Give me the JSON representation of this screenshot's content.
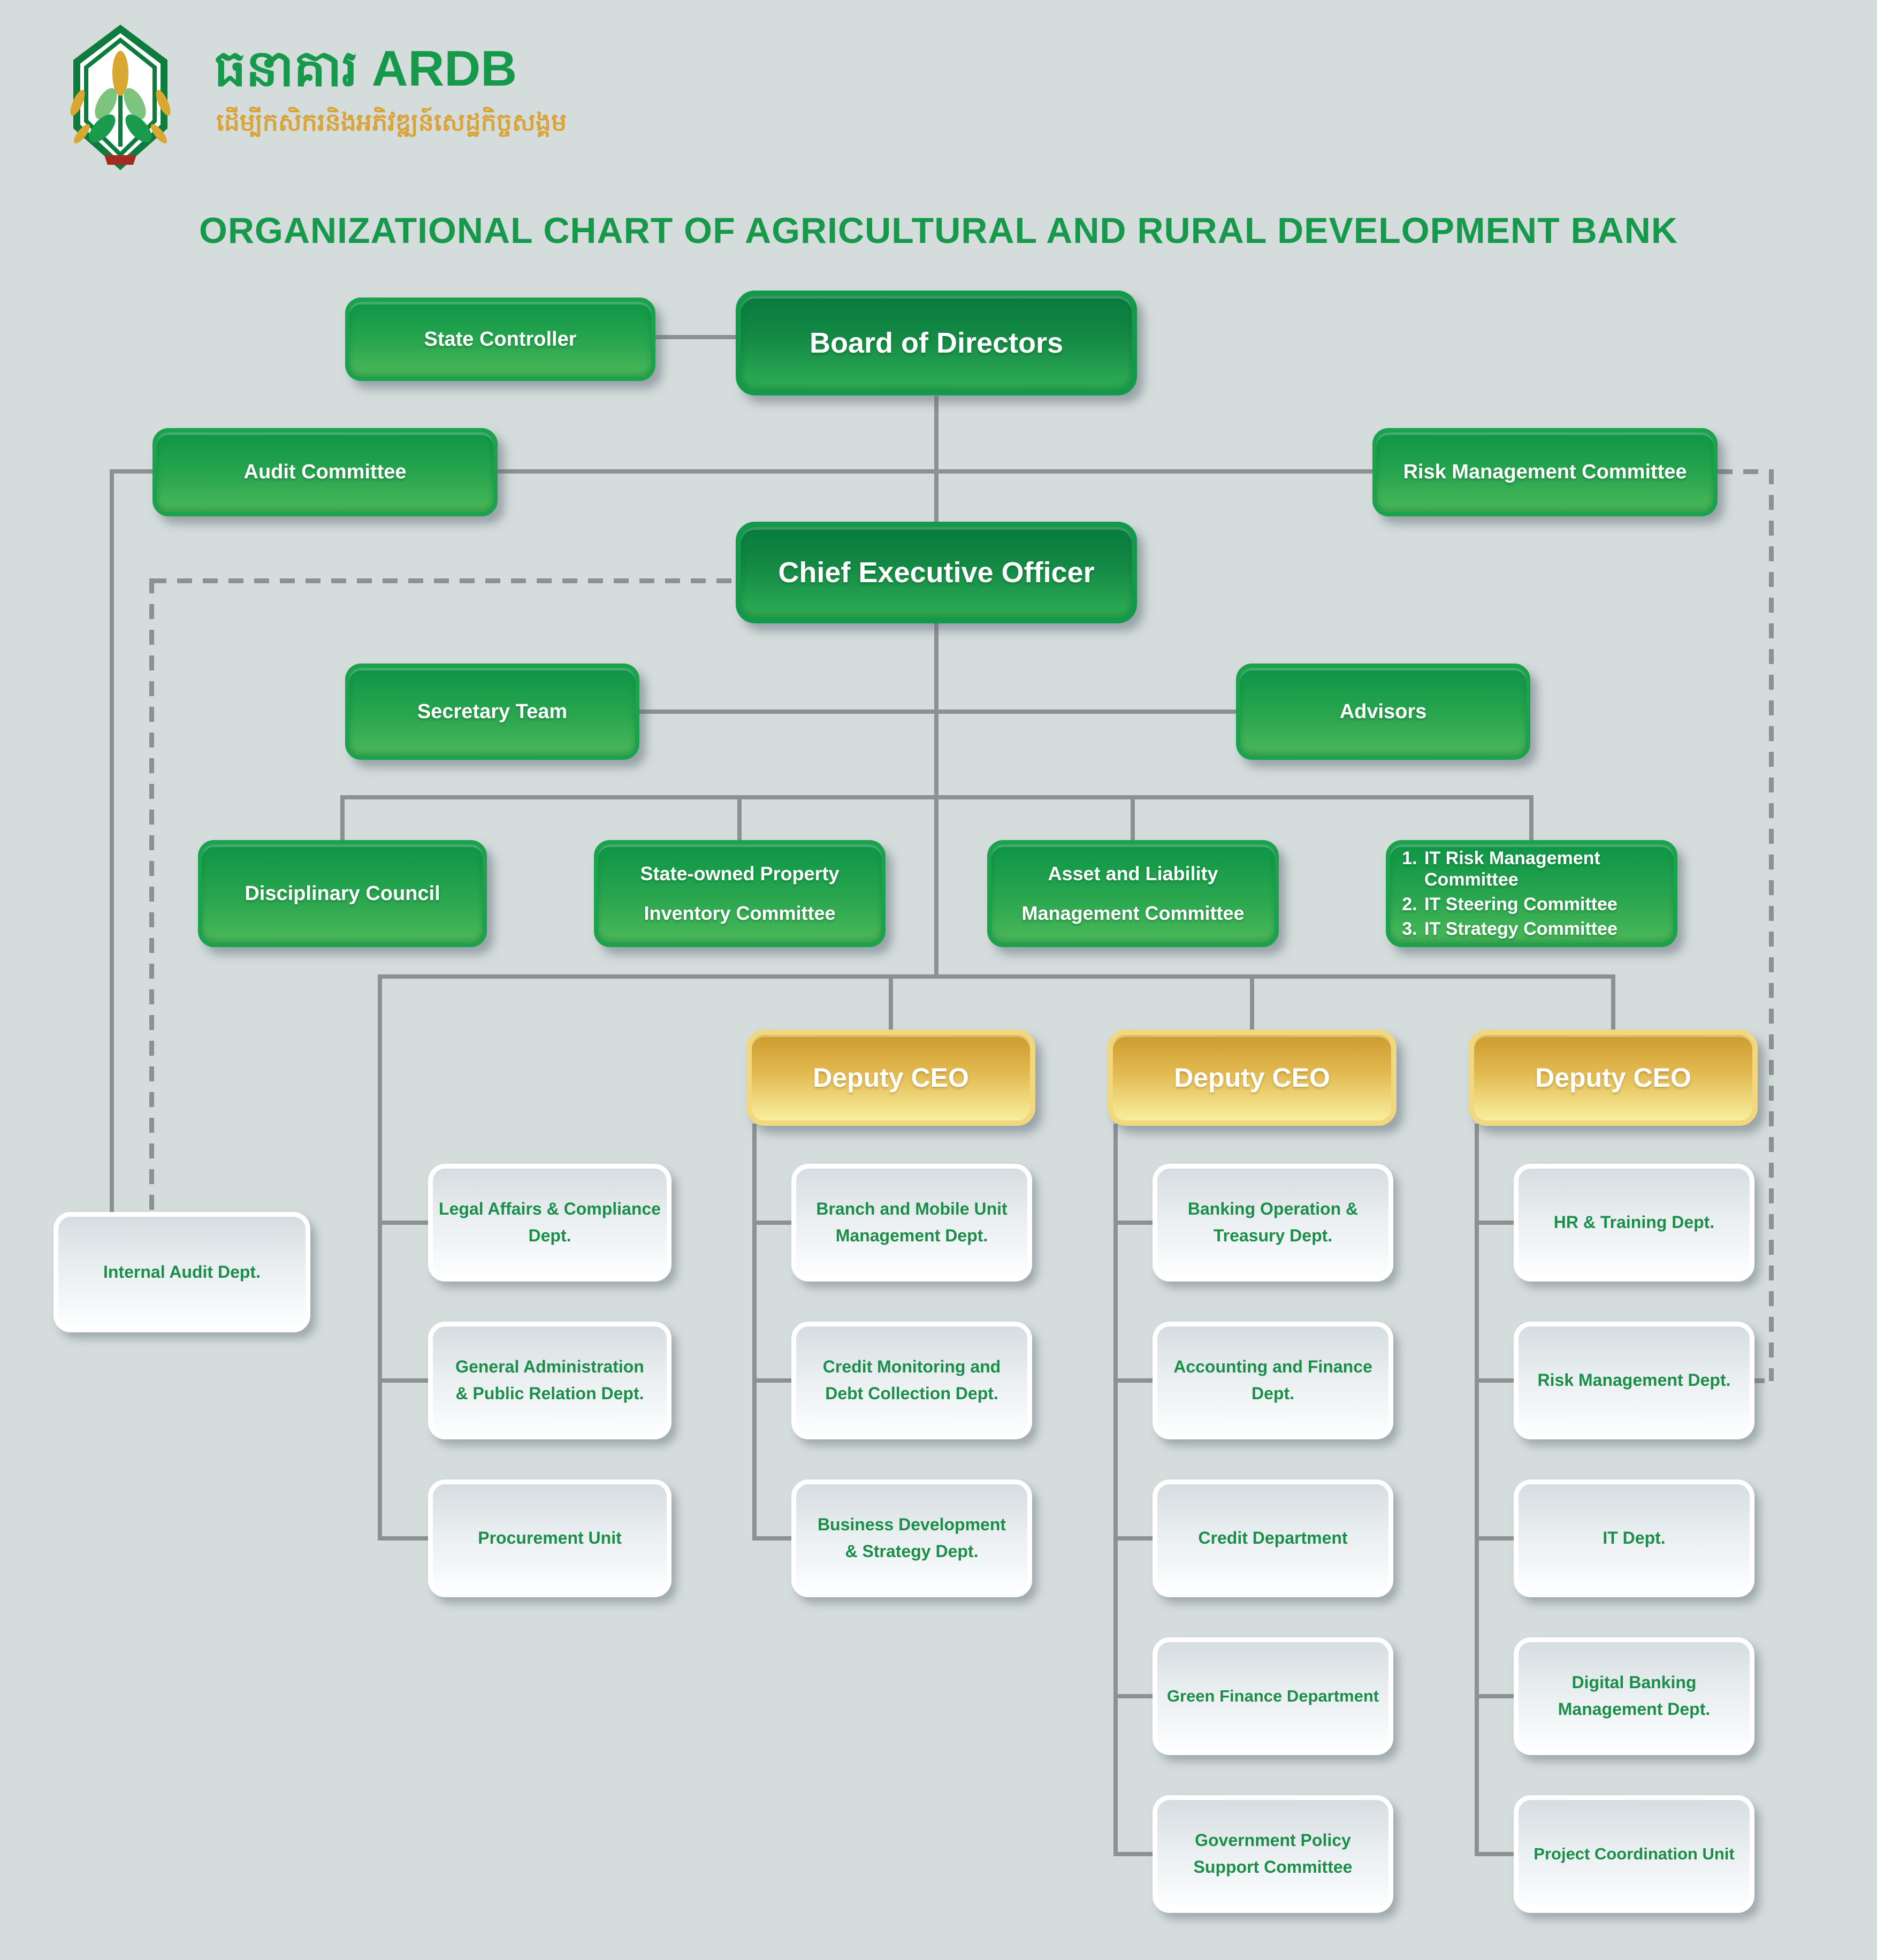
{
  "colors": {
    "background": "#d5dcdc",
    "green_box": "#0d9546",
    "green_box_light": "#4bb95a",
    "green_dark_box": "#077b3d",
    "gold_box": "#cd9b2d",
    "gold_box_light": "#f9ef9e",
    "dept_text_green": "#1b8f4a",
    "brand_green": "#17994b",
    "brand_gold": "#d9a43a",
    "connector_gray": "#8d9192",
    "white_box_border": "#ffffff"
  },
  "brand": {
    "name_khmer": "ធនាគារ ARDB",
    "tagline_khmer": "ដើម្បីកសិករនិងអភិវឌ្ឍន៍សេដ្ឋកិច្ចសង្គម",
    "logo": "ardb-plant-emblem"
  },
  "title": "ORGANIZATIONAL CHART OF AGRICULTURAL AND RURAL DEVELOPMENT BANK",
  "nodes": {
    "state_controller": "State Controller",
    "board_of_directors": "Board of Directors",
    "audit_committee": "Audit Committee",
    "risk_management_committee": "Risk Management Committee",
    "ceo": "Chief Executive Officer",
    "secretary_team": "Secretary Team",
    "advisors": "Advisors",
    "disciplinary_council": "Disciplinary Council",
    "state_owned_property": "State-owned Property\nInventory Committee",
    "asset_liability": "Asset and Liability\nManagement Committee",
    "it_committees": [
      "IT Risk Management Committee",
      "IT Steering Committee",
      "IT Strategy Committee"
    ],
    "deputy_ceo": "Deputy CEO",
    "internal_audit": "Internal Audit Dept.",
    "legal_affairs": "Legal Affairs & Compliance\nDept.",
    "general_admin": "General Administration\n& Public Relation Dept.",
    "procurement": "Procurement Unit",
    "branch_mobile": "Branch and Mobile Unit\nManagement Dept.",
    "credit_monitoring": "Credit Monitoring and\nDebt Collection Dept.",
    "business_development": "Business Development\n& Strategy Dept.",
    "banking_operation": "Banking Operation &\nTreasury Dept.",
    "accounting_finance": "Accounting and Finance\nDept.",
    "credit_department": "Credit Department",
    "green_finance": "Green Finance Department",
    "government_policy": "Government Policy\nSupport Committee",
    "hr_training": "HR & Training Dept.",
    "risk_management_dept": "Risk Management Dept.",
    "it_dept": "IT Dept.",
    "digital_banking": "Digital Banking\nManagement Dept.",
    "project_coordination": "Project Coordination Unit"
  }
}
